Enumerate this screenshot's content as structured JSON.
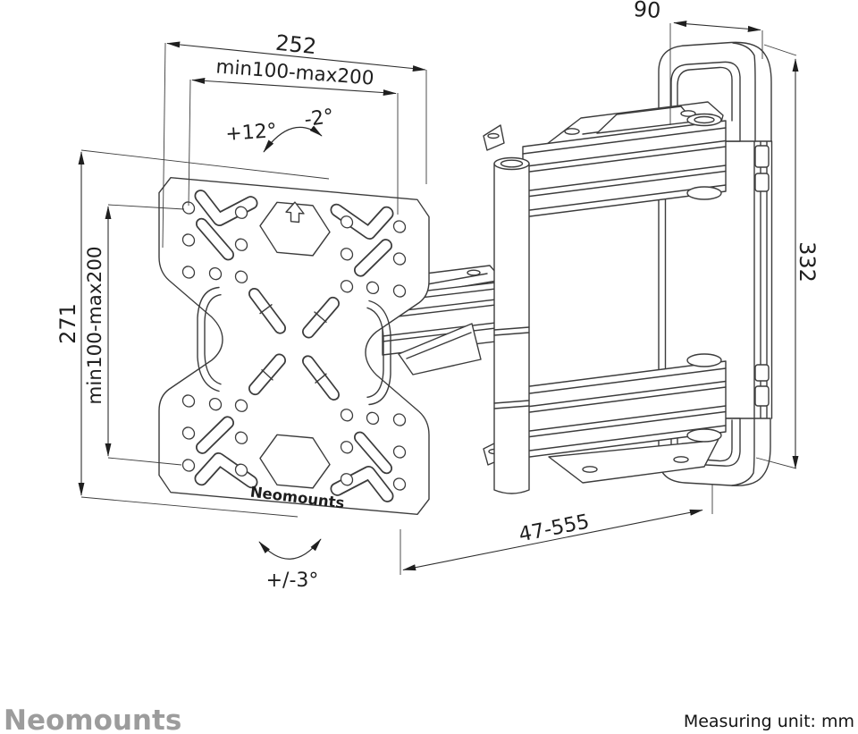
{
  "footer": {
    "brand": "Neomounts",
    "measuring_unit": "Measuring unit: mm"
  },
  "drawing": {
    "plate_logo": "Neomounts",
    "dims": {
      "plate_width_total": "252",
      "vesa_horizontal": "min100-max200",
      "plate_height_total": "271",
      "vesa_vertical": "min100-max200",
      "folded_depth": "90",
      "wall_bracket_height": "332",
      "extension_range": "47-555",
      "tilt_up": "+12°",
      "tilt_down": "-2°",
      "swivel": "+/-3°"
    },
    "colors": {
      "line": "#3c3c3c",
      "brand_gray": "#9c9c9c",
      "text": "#1f1f1f",
      "background": "#ffffff"
    }
  }
}
